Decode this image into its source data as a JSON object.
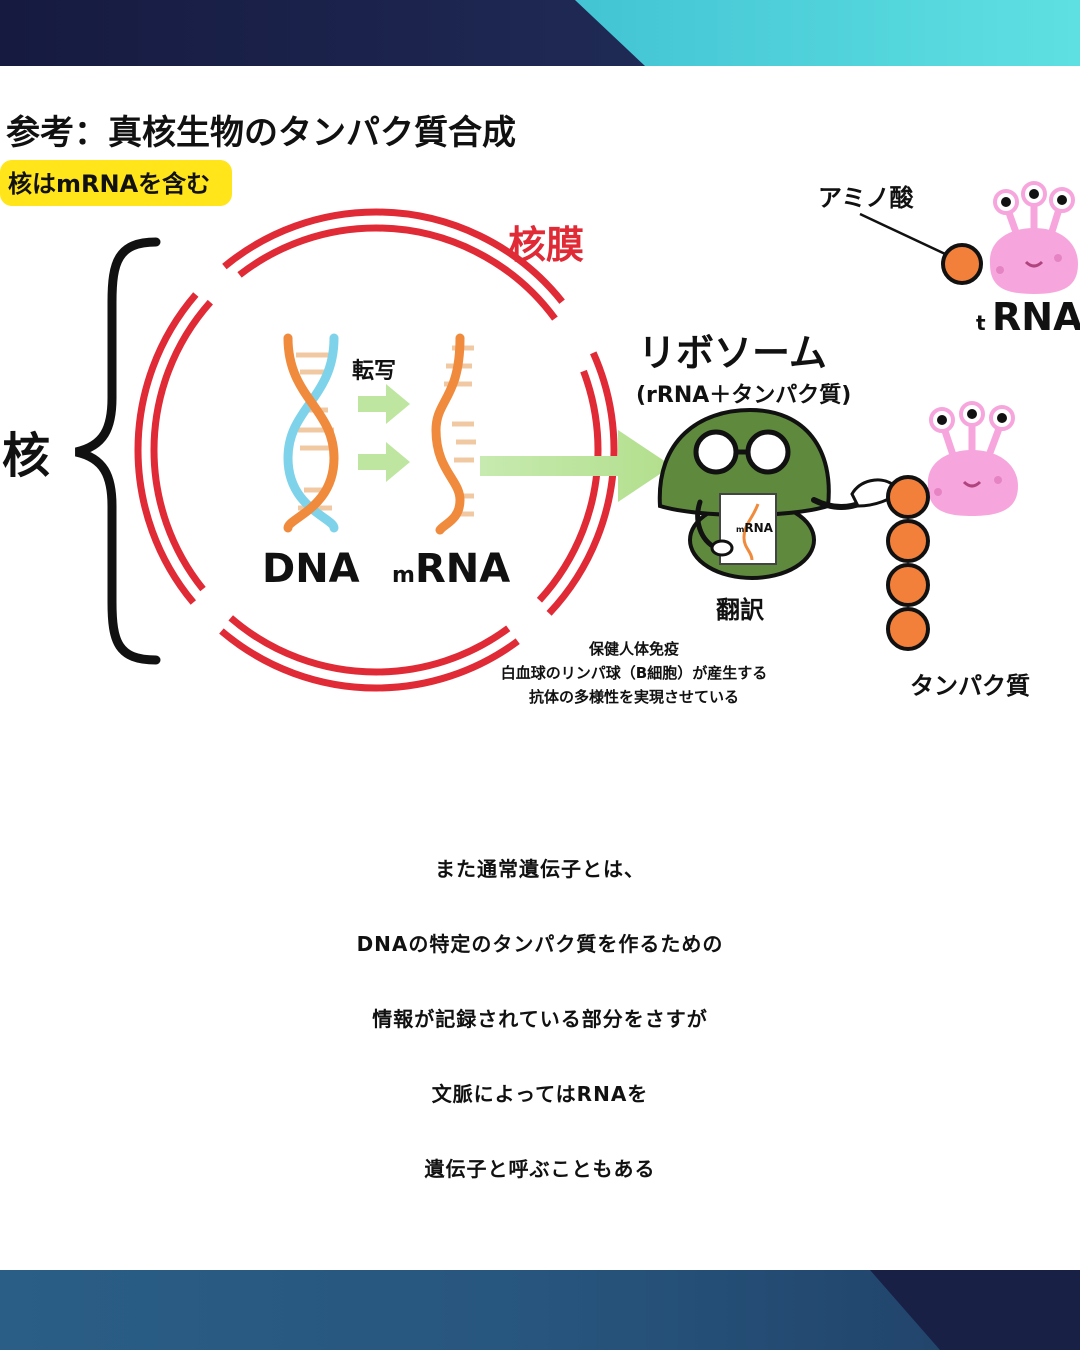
{
  "colors": {
    "band_dark": "#171b44",
    "band_teal": "#4fd2db",
    "membrane_red": "#e02a36",
    "dna_orange": "#f08a3c",
    "dna_blue": "#7ed3ea",
    "arrow_green": "#bfe6a0",
    "badge_yellow": "#ffe51a",
    "ribosome_green": "#5f8a3e",
    "trna_pink": "#f7a6dd",
    "amino_orange": "#f2803a"
  },
  "diagram": {
    "title": "参考：真核生物のタンパク質合成",
    "badge": "核はmRNAを含む",
    "nucleus_label": "核",
    "membrane_label": "核膜",
    "transcription_label": "転写",
    "dna_label": "DNA",
    "mrna_prefix": "m",
    "mrna_main": "RNA",
    "ribosome_title": "リボソーム",
    "ribosome_sub": "(rRNA＋タンパク質)",
    "note_prefix": "m",
    "note_main": "RNA",
    "translation_label": "翻訳",
    "amino_acid_label": "アミノ酸",
    "trna_prefix": "t",
    "trna_main": "RNA",
    "protein_label": "タンパク質",
    "immune_lines": [
      "保健人体免疫",
      "白血球のリンパ球（B細胞）が産生する",
      "抗体の多様性を実現させている"
    ]
  },
  "message_lines": [
    "また通常遺伝子とは、",
    "DNAの特定のタンパク質を作るための",
    "情報が記録されている部分をさすが",
    "文脈によってはRNAを",
    "遺伝子と呼ぶこともある"
  ],
  "icons": [
    "ribosome-character-icon",
    "trna-creature-icon",
    "pointing-hand-icon",
    "glasses-icon"
  ]
}
